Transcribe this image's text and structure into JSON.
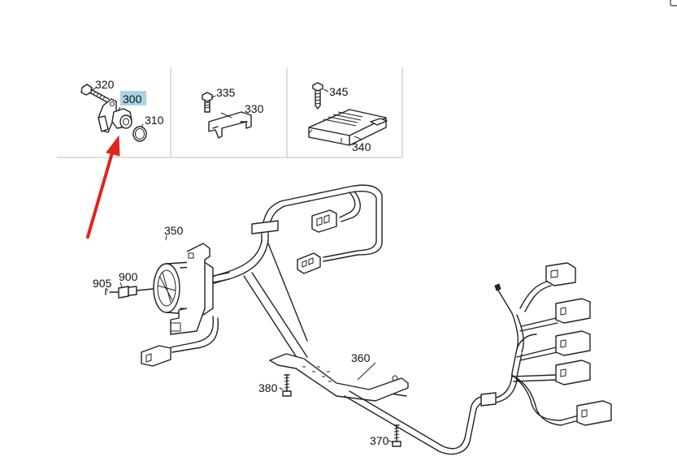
{
  "colors": {
    "highlight": "#a9d4e4",
    "arrow": "#e0241c",
    "line": "#222222"
  },
  "parts": {
    "p320": "320",
    "p300": "300",
    "p310": "310",
    "p335": "335",
    "p330": "330",
    "p345": "345",
    "p340": "340",
    "p350": "350",
    "p905": "905",
    "p900": "900",
    "p360": "360",
    "p380": "380",
    "p370": "370"
  },
  "corner_icon": "copy-icon"
}
